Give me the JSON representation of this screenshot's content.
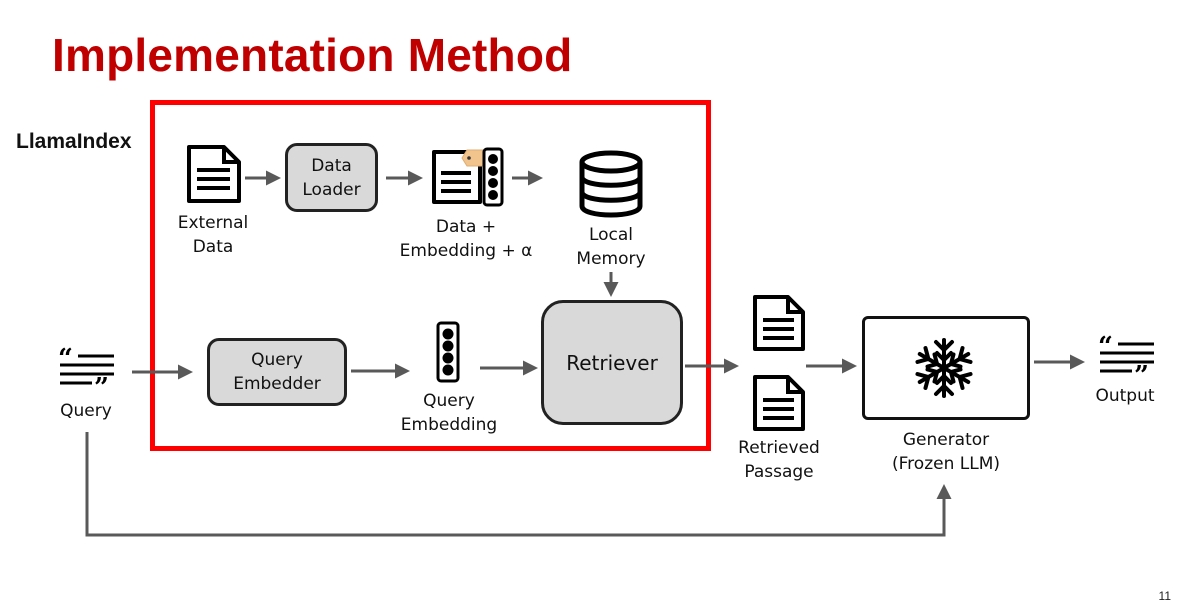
{
  "slide": {
    "title": "Implementation Method",
    "group_label": "LlamaIndex",
    "page_number": "11"
  },
  "nodes": {
    "external_data": "External\nData",
    "data_loader": "Data\nLoader",
    "data_embedding": "Data +\nEmbedding + α",
    "local_memory": "Local\nMemory",
    "query": "Query",
    "query_embedder": "Query\nEmbedder",
    "query_embedding": "Query\nEmbedding",
    "retriever": "Retriever",
    "retrieved_passage": "Retrieved\nPassage",
    "generator": "Generator\n(Frozen LLM)",
    "output": "Output"
  },
  "icons": {
    "external_data": "document-icon",
    "data_embedding": "document-icon",
    "embedding_vector": "vector-icon",
    "tag": "tag-icon",
    "local_memory": "database-icon",
    "query": "quote-text-icon",
    "query_embedding": "vector-icon",
    "retrieved_passage": "document-icon",
    "generator": "snowflake-icon",
    "output": "quote-text-icon"
  },
  "colors": {
    "title": "#c00000",
    "highlight_border": "#ff0000",
    "box_fill": "#d9d9d9",
    "arrow": "#595959"
  }
}
